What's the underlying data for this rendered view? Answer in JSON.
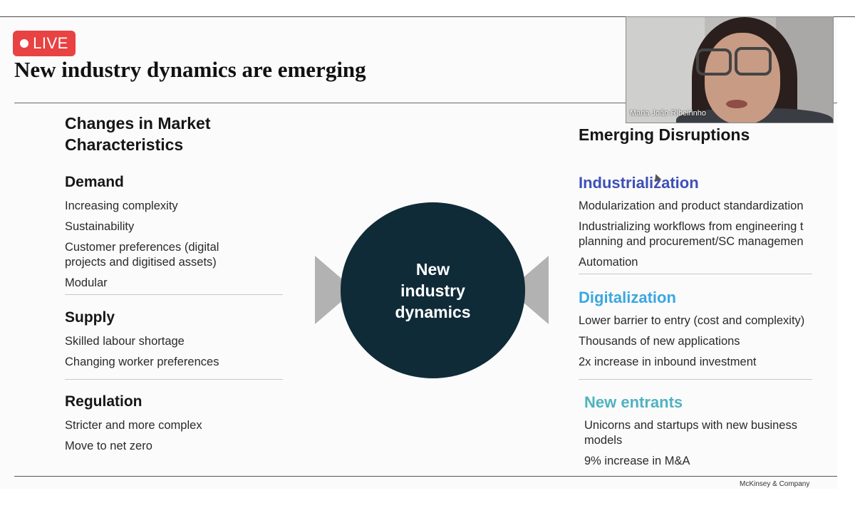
{
  "stream": {
    "live_label": "LIVE"
  },
  "slide": {
    "title": "New industry dynamics are emerging",
    "left": {
      "heading": "Changes in Market Characteristics",
      "sections": [
        {
          "title": "Demand",
          "items": [
            "Increasing complexity",
            "Sustainability",
            "Customer preferences (digital",
            "projects and digitised assets)",
            "Modular"
          ]
        },
        {
          "title": "Supply",
          "items": [
            "Skilled labour shortage",
            "Changing worker preferences"
          ]
        },
        {
          "title": "Regulation",
          "items": [
            "Stricter and more complex",
            "Move to net zero"
          ]
        }
      ]
    },
    "center": {
      "label": "New\nindustry\ndynamics"
    },
    "right": {
      "heading": "Emerging Disruptions",
      "sections": [
        {
          "title": "Industrialization",
          "color": "#3d4fb8",
          "items": [
            "Modularization and product standardization",
            "Industrializing workflows from engineering t",
            "planning and procurement/SC managemen",
            "Automation"
          ]
        },
        {
          "title": "Digitalization",
          "color": "#3aa7e0",
          "items": [
            "Lower barrier to entry (cost and complexity)",
            "Thousands of new applications",
            "2x increase in inbound investment"
          ]
        },
        {
          "title": "New entrants",
          "color": "#4fb3bf",
          "items": [
            "Unicorns and startups with new business",
            "models",
            "9% increase in M&A"
          ]
        }
      ]
    },
    "footer": {
      "brand": "McKinsey & Company"
    }
  },
  "webcam": {
    "participant_name": "Maria João Ribeirinho"
  },
  "colors": {
    "live_badge": "#e84242",
    "circle": "#0f2b37",
    "arrows": "#b2b2b2"
  }
}
